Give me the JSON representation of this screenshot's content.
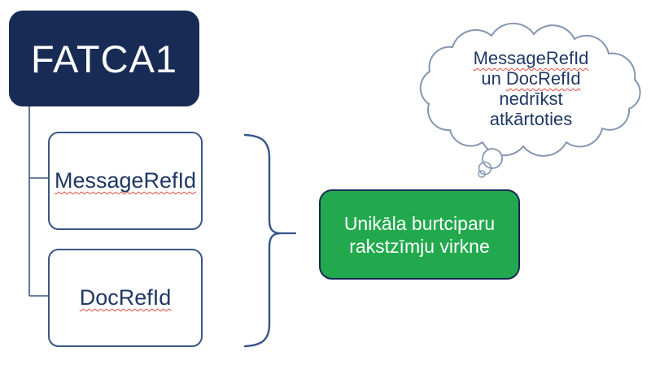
{
  "slide": {
    "background_color": "#FFFFFF",
    "description": "FATCA1 identifier uniqueness diagram"
  },
  "root_box": {
    "label": "FATCA1",
    "fill_color": "#182B55",
    "text_color": "#FFFFFF"
  },
  "child_boxes": [
    {
      "label": "MessageRefId",
      "spellcheck_underline": true
    },
    {
      "label": "DocRefId",
      "spellcheck_underline": true
    }
  ],
  "result_box": {
    "line1": "Unikāla burtciparu",
    "line2": "rakstzīmju virkne",
    "fill_color": "#22A94E",
    "text_color": "#FFFFFF"
  },
  "thought_cloud": {
    "line1": "MessageRefId",
    "line2_prefix": "un",
    "line2_term": "DocRefId",
    "line3": "nedrīkst",
    "line4": "atkārtoties",
    "outline_color": "#8496B0",
    "text_color": "#1F3864"
  },
  "connectors": {
    "tree_line_color": "#3A5684",
    "brace_color": "#34558B",
    "squiggle_color": "#E04A3F"
  },
  "icons": {
    "curly_brace": "right-curly-brace-shape",
    "thought_cloud": "cloud-outline-shape",
    "thought_bubbles": "three-overlapping-circles"
  }
}
